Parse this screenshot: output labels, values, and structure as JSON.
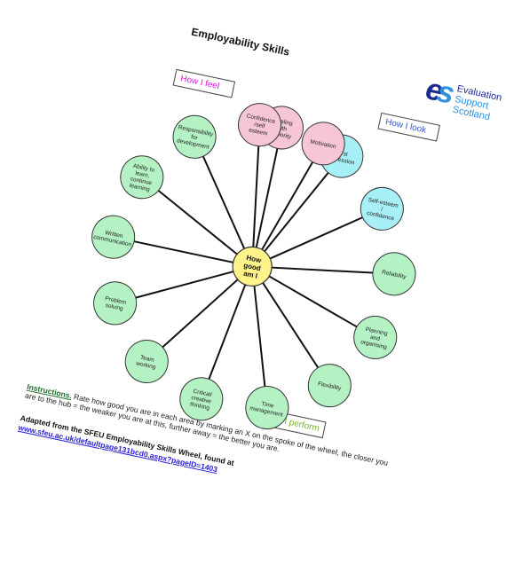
{
  "document": {
    "title": "Employability Skills",
    "box_feel": "How I feel",
    "box_look": "How I look",
    "box_perform": "How I perform",
    "hub_label": "How good am I",
    "logo": {
      "mark": "es",
      "line1": "Evaluation",
      "line2": "Support",
      "line3": "Scotland"
    },
    "spokes": [
      {
        "label": "Dealing with authority",
        "color": "#f7c6d6",
        "angle": -90
      },
      {
        "label": "First impression",
        "color": "#a8f0f7",
        "angle": -63
      },
      {
        "label": "Self-esteem / confidence",
        "color": "#a8f0f7",
        "angle": -36
      },
      {
        "label": "Reliability",
        "color": "#b4f2c4",
        "angle": -9
      },
      {
        "label": "Planning and organising",
        "color": "#b4f2c4",
        "angle": 18
      },
      {
        "label": "Flexibility",
        "color": "#b4f2c4",
        "angle": 45
      },
      {
        "label": "Time management",
        "color": "#b4f2c4",
        "angle": 72
      },
      {
        "label": "Critical/ creative thinking",
        "color": "#b4f2c4",
        "angle": 99
      },
      {
        "label": "Team working",
        "color": "#b4f2c4",
        "angle": 126
      },
      {
        "label": "Problem solving",
        "color": "#b4f2c4",
        "angle": 153
      },
      {
        "label": "Written communication",
        "color": "#b4f2c4",
        "angle": 180
      },
      {
        "label": "Ability to learn, continue learning",
        "color": "#b4f2c4",
        "angle": 207
      },
      {
        "label": "Responsibility for development",
        "color": "#b4f2c4",
        "angle": 234
      },
      {
        "label": "Confidence /self esteem",
        "color": "#f7c6d6",
        "angle": 261
      },
      {
        "label": "Motivation",
        "color": "#f7c6d6",
        "angle": 288
      }
    ],
    "instructions_lead": "Instructions.",
    "instructions_text": " Rate how good you are in each area by marking an X on the spoke of the wheel, the closer you are to the hub = the weaker you are at this, further away = the better you are.",
    "adapted_text": "Adapted from the SFEU Employability Skills Wheel, found at",
    "adapted_link": "www.sfeu.ac.uk/defaultpage131bcd0.aspx?pageID=1403"
  }
}
